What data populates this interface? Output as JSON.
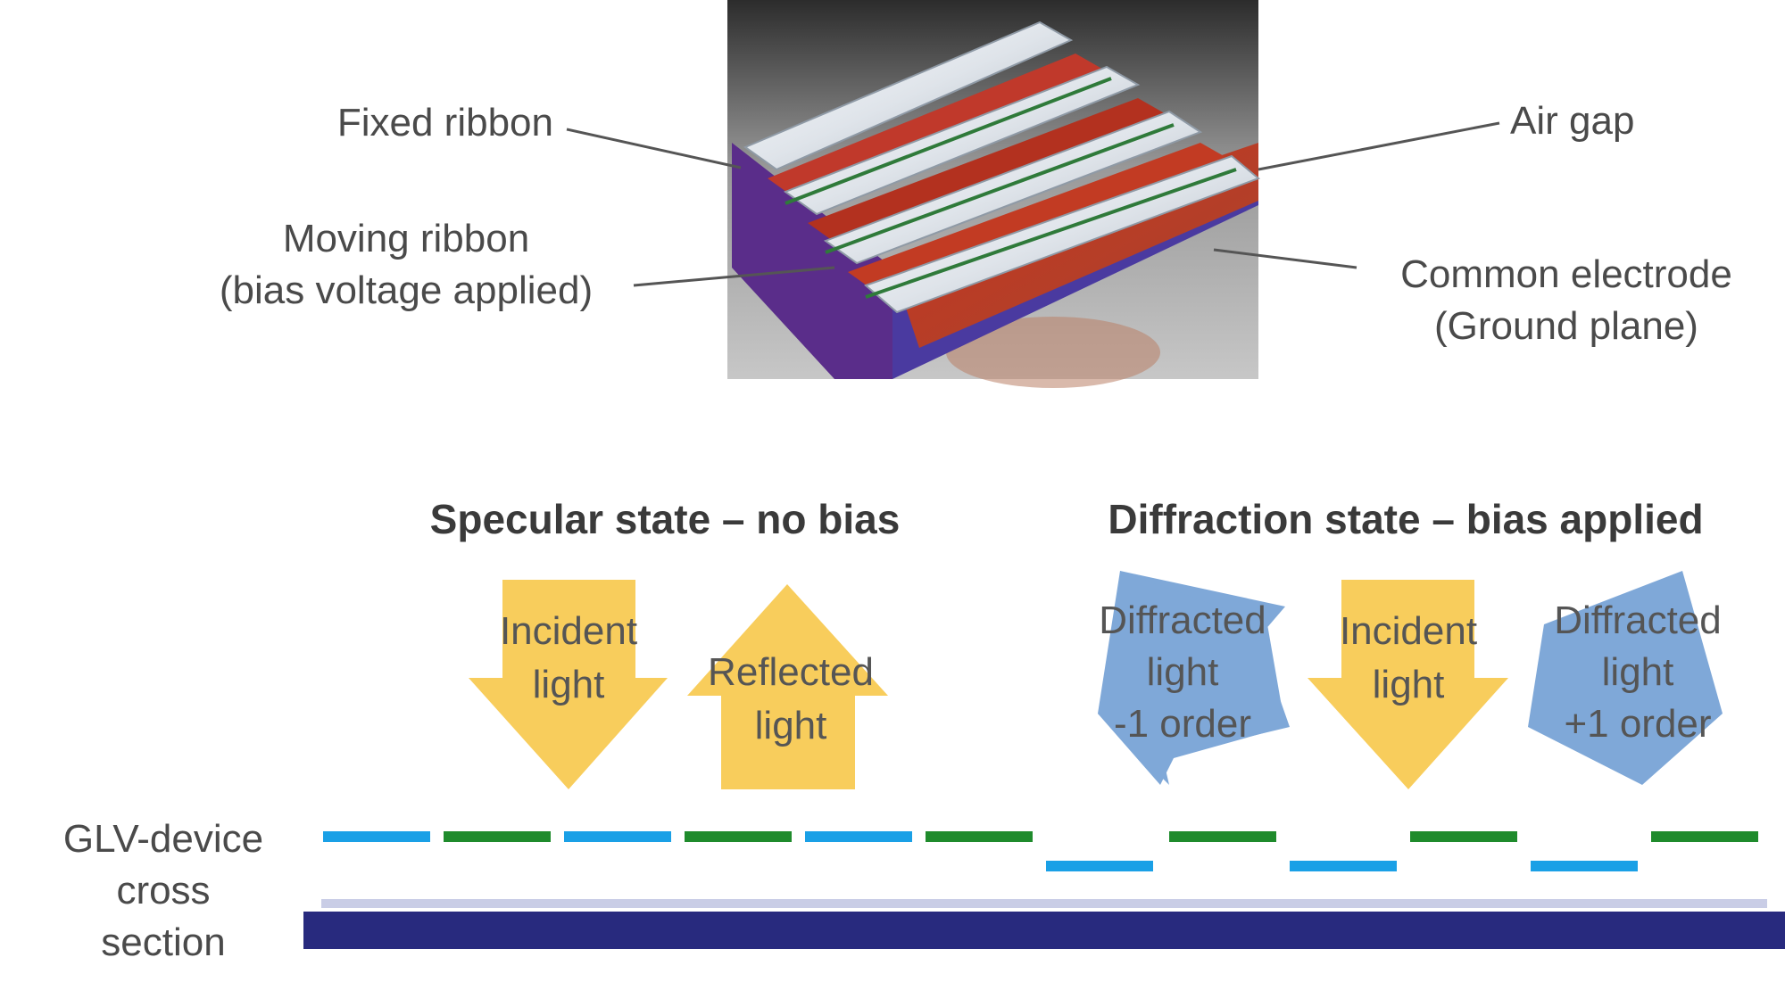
{
  "top_labels": {
    "fixed_ribbon": "Fixed ribbon",
    "moving_ribbon_1": "Moving ribbon",
    "moving_ribbon_2": "(bias voltage applied)",
    "air_gap": "Air gap",
    "common_electrode_1": "Common electrode",
    "common_electrode_2": "(Ground plane)"
  },
  "states": {
    "specular": "Specular state – no bias",
    "diffraction": "Diffraction state – bias applied"
  },
  "arrows": {
    "incident_1": [
      "Incident",
      "light"
    ],
    "reflected": [
      "Reflected",
      "light"
    ],
    "diffracted_minus": [
      "Diffracted",
      "light",
      "-1 order"
    ],
    "incident_2": [
      "Incident",
      "light"
    ],
    "diffracted_plus": [
      "Diffracted",
      "light",
      "+1 order"
    ]
  },
  "cross_section_label": [
    "GLV-device",
    "cross",
    "section"
  ],
  "colors": {
    "arrow_yellow": "#f8cd5c",
    "arrow_blue": "#7fa8d8",
    "ribbon_blue": "#1aa0e6",
    "ribbon_green": "#1f8b2c",
    "substrate": "#282a7e"
  }
}
